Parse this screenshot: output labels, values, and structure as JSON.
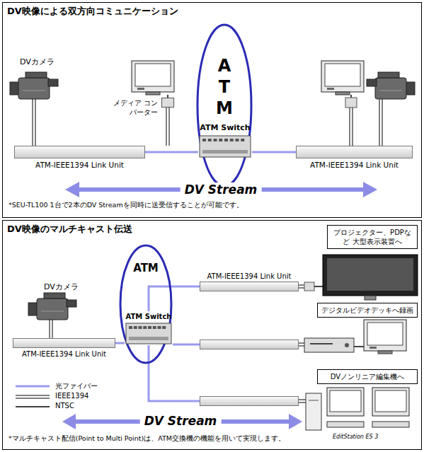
{
  "diagram": {
    "nodes": [
      {
        "text": [
          "DV映像による双方向コミュニケーション"
        ]
      },
      {
        "text": [
          "メディア コンバーター"
        ],
        "in": 0
      },
      {
        "text": [
          "ATM"
        ],
        "in": 0
      },
      {
        "text": [
          "ATM Switch"
        ],
        "in": 2
      },
      {
        "text": [
          "ATM-IEEE1394 Link Unit"
        ],
        "in": 0
      },
      {
        "text": [
          "ATM-IEEE1394 Link Unit"
        ],
        "in": 0
      },
      {
        "text": [
          "DV映像のマルチキャスト伝送"
        ]
      },
      {
        "text": [
          "プロジェクター、PDPなど 大型表示装置へ"
        ],
        "in": 6
      },
      {
        "text": [
          "ATM"
        ],
        "in": 6
      },
      {
        "text": [
          "ATM-IEEE1394 Link Unit"
        ],
        "in": 6
      },
      {
        "text": [
          "デジタルビデオデッキへ録画"
        ],
        "in": 6
      },
      {
        "text": [
          "ATM Switch"
        ],
        "in": 8
      },
      {
        "text": [
          "ATM-IEEE1394 Link Unit"
        ],
        "in": 6
      },
      {
        "text": [],
        "in": 6
      },
      {
        "text": [
          "DVノンリニア編集機へ"
        ],
        "in": 6
      },
      {
        "text": [],
        "in": 6
      }
    ],
    "edges": [
      {
        "from": 4,
        "to": 3,
        "arrow": "none"
      },
      {
        "from": 3,
        "to": 5,
        "arrow": "none"
      },
      {
        "from": 12,
        "to": 11,
        "arrow": "none"
      },
      {
        "from": 11,
        "to": 9,
        "arrow": "none"
      },
      {
        "from": 11,
        "to": 13,
        "arrow": "none"
      },
      {
        "from": 11,
        "to": 15,
        "arrow": "none"
      }
    ],
    "labels": [
      "DVカメラ",
      "DV Stream",
      "*SEU-TL100 1台で2本のDV Streamを同時に送受信することが可能です。",
      "DVカメラ",
      "DV Stream",
      "EditStation ES 3",
      "*マルチキャスト配信(Point to Multi Point)は、ATM交換機の機能を用いて実現します。"
    ],
    "legend": [
      {
        "text": "光ファイバー"
      },
      {
        "text": "IEEE1394"
      },
      {
        "text": "NTSC"
      }
    ]
  }
}
